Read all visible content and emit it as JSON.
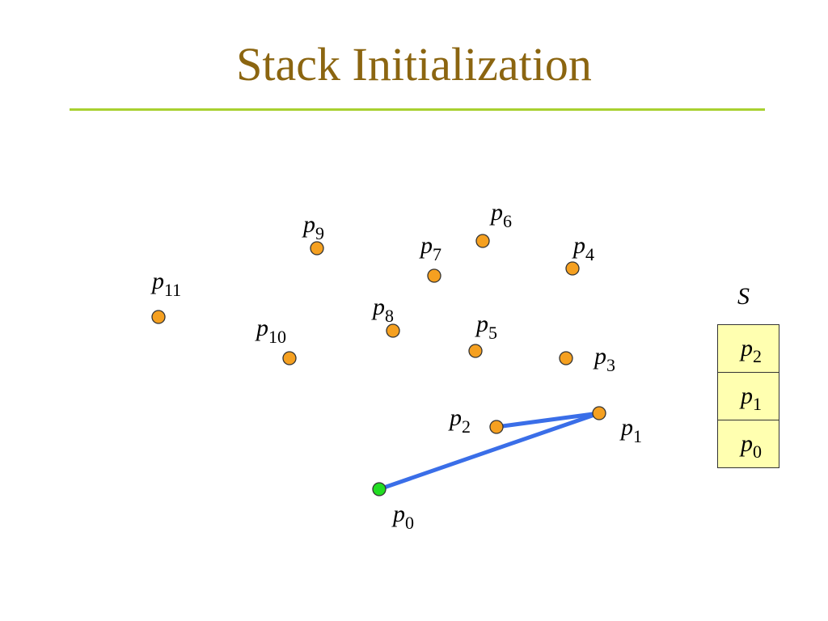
{
  "slide": {
    "title": "Stack Initialization",
    "accent_color": "#A8D030",
    "title_color": "#8B6510"
  },
  "points": [
    {
      "id": "p0",
      "label": "p",
      "sub": "0",
      "color": "#22DD22"
    },
    {
      "id": "p1",
      "label": "p",
      "sub": "1",
      "color": "#F5A020"
    },
    {
      "id": "p2",
      "label": "p",
      "sub": "2",
      "color": "#F5A020"
    },
    {
      "id": "p3",
      "label": "p",
      "sub": "3",
      "color": "#F5A020"
    },
    {
      "id": "p4",
      "label": "p",
      "sub": "4",
      "color": "#F5A020"
    },
    {
      "id": "p5",
      "label": "p",
      "sub": "5",
      "color": "#F5A020"
    },
    {
      "id": "p6",
      "label": "p",
      "sub": "6",
      "color": "#F5A020"
    },
    {
      "id": "p7",
      "label": "p",
      "sub": "7",
      "color": "#F5A020"
    },
    {
      "id": "p8",
      "label": "p",
      "sub": "8",
      "color": "#F5A020"
    },
    {
      "id": "p9",
      "label": "p",
      "sub": "9",
      "color": "#F5A020"
    },
    {
      "id": "p10",
      "label": "p",
      "sub": "10",
      "color": "#F5A020"
    },
    {
      "id": "p11",
      "label": "p",
      "sub": "11",
      "color": "#F5A020"
    }
  ],
  "edges": [
    {
      "from": "p0",
      "to": "p1",
      "color": "#3A6EE8"
    },
    {
      "from": "p1",
      "to": "p2",
      "color": "#3A6EE8"
    }
  ],
  "stack": {
    "title": "S",
    "fill_color": "#FFFFB0",
    "cells": [
      {
        "label": "p",
        "sub": "2"
      },
      {
        "label": "p",
        "sub": "1"
      },
      {
        "label": "p",
        "sub": "0"
      }
    ]
  }
}
